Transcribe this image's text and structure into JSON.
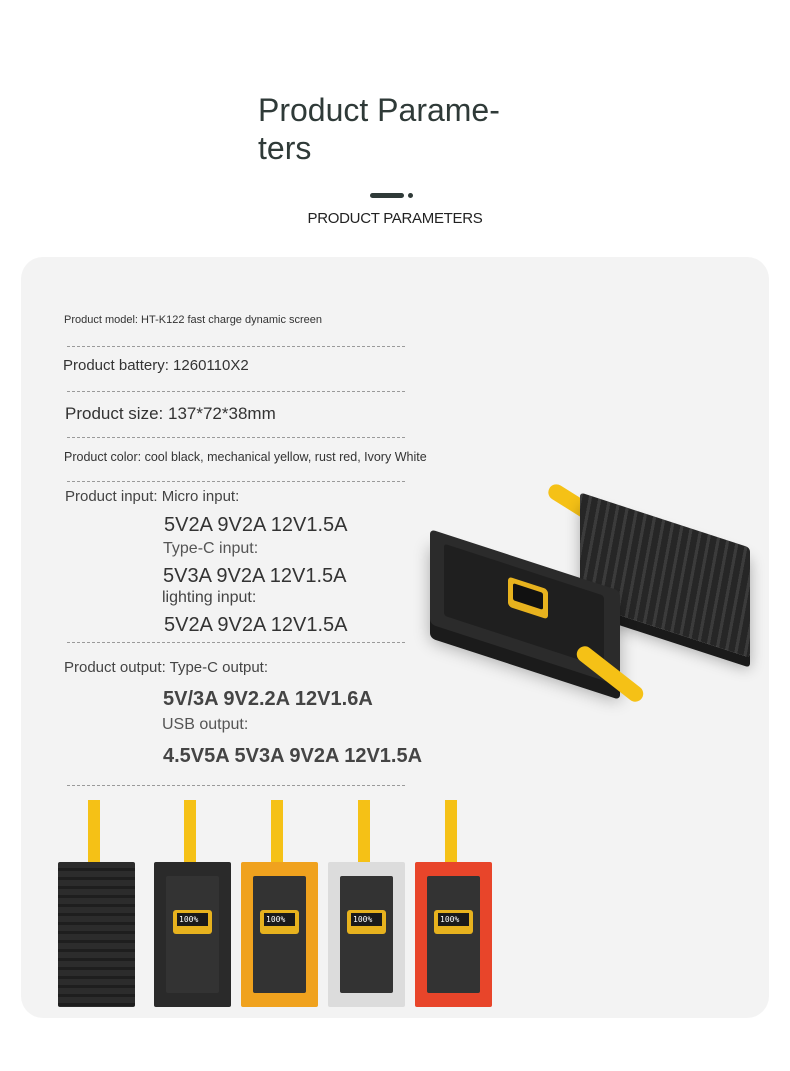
{
  "header": {
    "title": "Product Parame- ters",
    "subtitle": "PRODUCT PARAMETERS"
  },
  "specs": {
    "model": "Product model: HT-K122 fast charge dynamic screen",
    "battery": "Product battery: 1260110X2",
    "size": "Product size: 137*72*38mm",
    "color": "Product color: cool black, mechanical yellow, rust red, Ivory White",
    "input": {
      "label": "Product input: Micro input:",
      "micro_values": "5V2A  9V2A  12V1.5A",
      "typec_label": "Type-C input:",
      "typec_values": "5V3A 9V2A 12V1.5A",
      "lighting_label": "lighting input:",
      "lighting_values": "5V2A  9V2A  12V1.5A"
    },
    "output": {
      "label": "Product output: Type-C output:",
      "typec_values": "5V/3A 9V2.2A 12V1.6A",
      "usb_label": "USB output:",
      "usb_values": "4.5V5A 5V3A 9V2A 12V1.5A"
    }
  },
  "variants": [
    {
      "name": "black-back",
      "color": "#262626",
      "lcd_text": ""
    },
    {
      "name": "cool-black",
      "color": "#2a2a2a",
      "lcd_text": "100%"
    },
    {
      "name": "mechanical-yellow",
      "color": "#f0a21e",
      "lcd_text": "100%"
    },
    {
      "name": "ivory-white",
      "color": "#dcdcdc",
      "lcd_text": "100%"
    },
    {
      "name": "rust-red",
      "color": "#e8452a",
      "lcd_text": "100%"
    }
  ],
  "colors": {
    "accent_strap": "#f5c116",
    "title": "#2f3a38",
    "card_bg": "#f3f3f3"
  }
}
